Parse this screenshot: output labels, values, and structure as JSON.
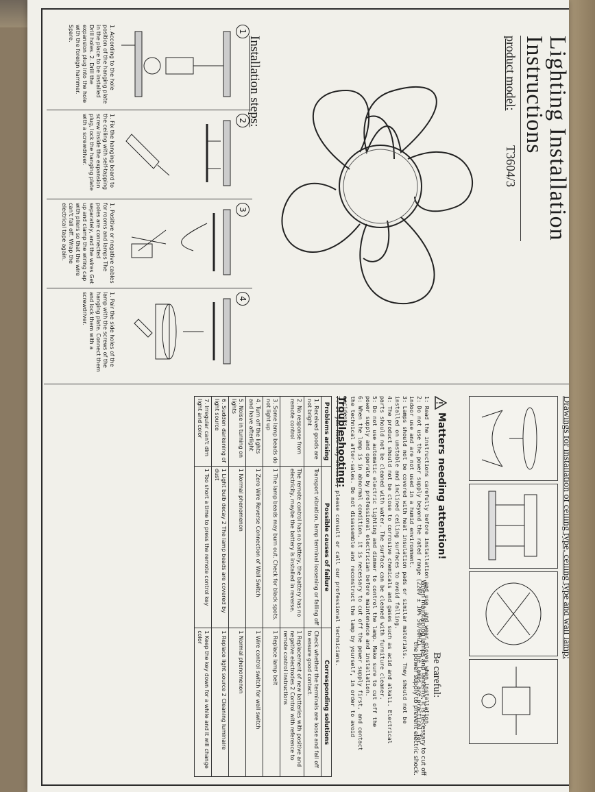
{
  "document": {
    "title_line1": "Lighting Installation",
    "title_line2": "Instructions",
    "product_model_label": "product model:",
    "product_model_value": "T3604/3",
    "installation_heading": "Installation steps:",
    "steps": [
      {
        "num": "1",
        "text": "1. According to the hole position of the hanging plate in the place to be installed Drill holes. 2. Drill the expansion plug into the hole with the foreign hammer. Spare."
      },
      {
        "num": "2",
        "text": "1. Fix the hanging board to the ceiling with self-tapping screw inside the expansion plug, lock the hanging plate with a screwdriver."
      },
      {
        "num": "3",
        "text": "1. Positive or negative cables for rooms and lamps The poles are connected separately, and the wires Get up and clamp the wiring cap with pliers so that the wire can't fall off. Wrap the electrical tape again."
      },
      {
        "num": "4",
        "text": "1. Pair the side holes of the lamp with the screws of the hanging plate. Connect them and lock them with a screwdriver."
      }
    ],
    "drawings_heading": "Drawings for installation of ceiling type, ceiling type and wall lamp:",
    "careful_title": "Be careful:",
    "careful_text": "When maintaining lamps and lanterns, it is necessary to cut off the power supply to prevent electric shock.",
    "matters_title": "Matters needing attention!",
    "matters": [
      "1: Read the instructions carefully before installation and use, and wear gloves when installation.",
      "2: Do not use the power supply beyond the rated range (220V ± 10% 50/60HZ). The lamps are practical for",
      "indoor use and are not used in a humid environment.",
      "3: Lamps should not be covered with heat insulation pads or similar materials. They should not be",
      "installed on unstable and inclined ceiling surfaces to avoid falling.",
      "4: The product should not be close to corrosive chemicals and gases such as acid and alkali. Electrical",
      "parts should not be cleaned with water. The surface can be cleaned with furniture cleaner.",
      "5: Do not use automatic electric lighting and dimmer to control the lamp. Make sure to cut off the",
      "power supply and operate by professional electrician before maintenance and installation.",
      "6: When the lamp is in abnormal condition, it is necessary to cut off the power supply first, and contact",
      "the technical after-sales. Do not disassemble and reconstruct the lamp by yourself, in order to avoid",
      "accidents.",
      "7: If you have any details, please consult or call our professional technicians."
    ],
    "trouble_title": "Troubleshooting:",
    "trouble_headers": [
      "Problems arising",
      "Possible causes of failure",
      "Corresponding solutions"
    ],
    "trouble_rows": [
      [
        "1. Received goods are not bright",
        "Transport vibration, lamp terminal loosening or falling off",
        "Check whether the terminals are loose and fall off to ensure good contact."
      ],
      [
        "2. No response from remote control",
        "The remote control has no battery, the battery has no electricity, maybe the battery is installed in reverse.",
        "1 Replacement of new batteries with positive and negative electrodes 2 Control with reference to remote control instructions"
      ],
      [
        "3. Some lamp beads do not light up",
        "1 The lamp beads may burn out. Check for black spots.",
        "1 Replace lamp belt"
      ],
      [
        "4. Turn off the lights and have afterlight",
        "1 Zero Wire Reverse Connection of Wall Switch",
        "1 Wire control switch for wall switch"
      ],
      [
        "5. Noise in turning on lights",
        "1 Normal phenomenon",
        "1 Normal phenomenon"
      ],
      [
        "6. Sudden darkening of light source",
        "1 Light bulb decay 2 The lamp beads are covered by dust",
        "1 Replace light source 2 Cleaning luminaire"
      ],
      [
        "7. Irregular can't dim light and color",
        "1 Too short a time to press the remote control key",
        "1 Keep the key down for a while and it will change color"
      ]
    ]
  },
  "colors": {
    "paper": "#f1f0ea",
    "ink": "#1c1c1c",
    "background": "#8a7a63"
  }
}
